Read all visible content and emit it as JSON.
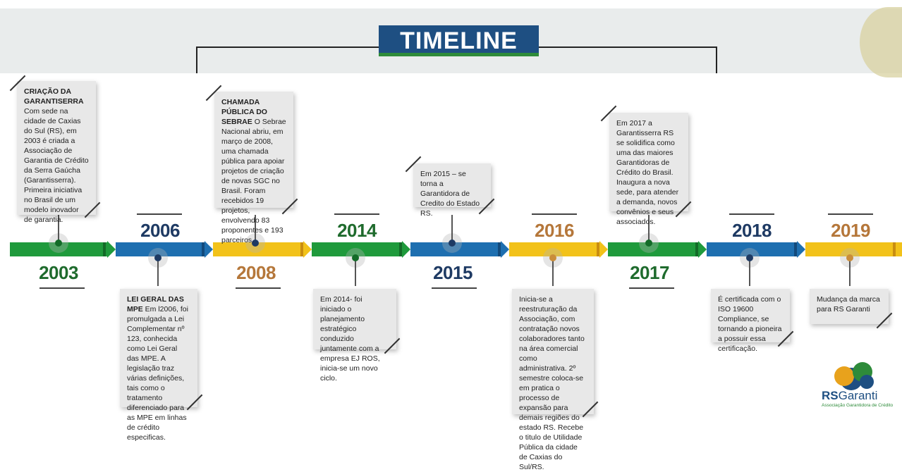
{
  "title": "TIMELINE",
  "colors": {
    "green": "#1f9a3c",
    "blue": "#1e6fb0",
    "yellow": "#f2c21a",
    "navy": "#1e4f82",
    "year_green": "#1f6b2d",
    "year_navy": "#1e3a63",
    "year_brown": "#b5773a"
  },
  "years": [
    "2003",
    "2006",
    "2008",
    "2014",
    "2015",
    "2016",
    "2017",
    "2018",
    "2019"
  ],
  "events": [
    {
      "year": "2003",
      "heading": "CRIAÇÃO DA GARANTISERRA",
      "text": "Com sede na cidade de Caxias do Sul (RS), em 2003 é criada a Associação de Garantia de Crédito da Serra Gaúcha (Garantisserra). Primeira iniciativa no Brasil de um modelo inovador de garantia."
    },
    {
      "year": "2006",
      "heading": "LEI GERAL DAS MPE",
      "text": "Em l2006, foi promulgada a Lei Complementar nº 123, conhecida como Lei Geral das MPE. A legislação traz várias definições, tais como o tratamento diferenciado para as MPE em linhas de crédito especificas."
    },
    {
      "year": "2008",
      "heading": "CHAMADA PÚBLICA DO SEBRAE",
      "text": "O Sebrae Nacional abriu, em março de 2008, uma chamada pública para apoiar projetos de criação de novas SGC no Brasil. Foram recebidos 19 projetos, envolvendo 83 proponentes e 193 parceiros."
    },
    {
      "year": "2014",
      "heading": "",
      "text": "Em 2014- foi iniciado o planejamento estratégico conduzido juntamente com a empresa EJ ROS, inicia-se um novo ciclo."
    },
    {
      "year": "2015",
      "heading": "",
      "text": "Em 2015 – se torna a Garantidora de Credito do Estado RS."
    },
    {
      "year": "2016",
      "heading": "",
      "text": "Inicia-se a reestruturação da Associação, com contratação novos colaboradores tanto na área comercial como administrativa. 2º semestre coloca-se em pratica o processo de expansão para demais regiões do estado RS. Recebe o titulo de Utilidade Pública da cidade de Caxias do Sul/RS."
    },
    {
      "year": "2017",
      "heading": "",
      "text": "Em 2017 a Garantisserra RS se solidifica como uma das maiores Garantidoras de Crédito do Brasil. Inaugura a nova sede, para atender a demanda, novos convênios e seus associados."
    },
    {
      "year": "2018",
      "heading": "",
      "text": "É certificada com o ISO 19600 Compliance, se tornando a pioneira a possuir essa certificação."
    },
    {
      "year": "2019",
      "heading": "",
      "text": "Mudança da marca para RS Garanti"
    }
  ],
  "logo": {
    "name_bold": "RS",
    "name_rest": "Garanti",
    "subtitle": "Associação Garantidora de Crédito"
  }
}
